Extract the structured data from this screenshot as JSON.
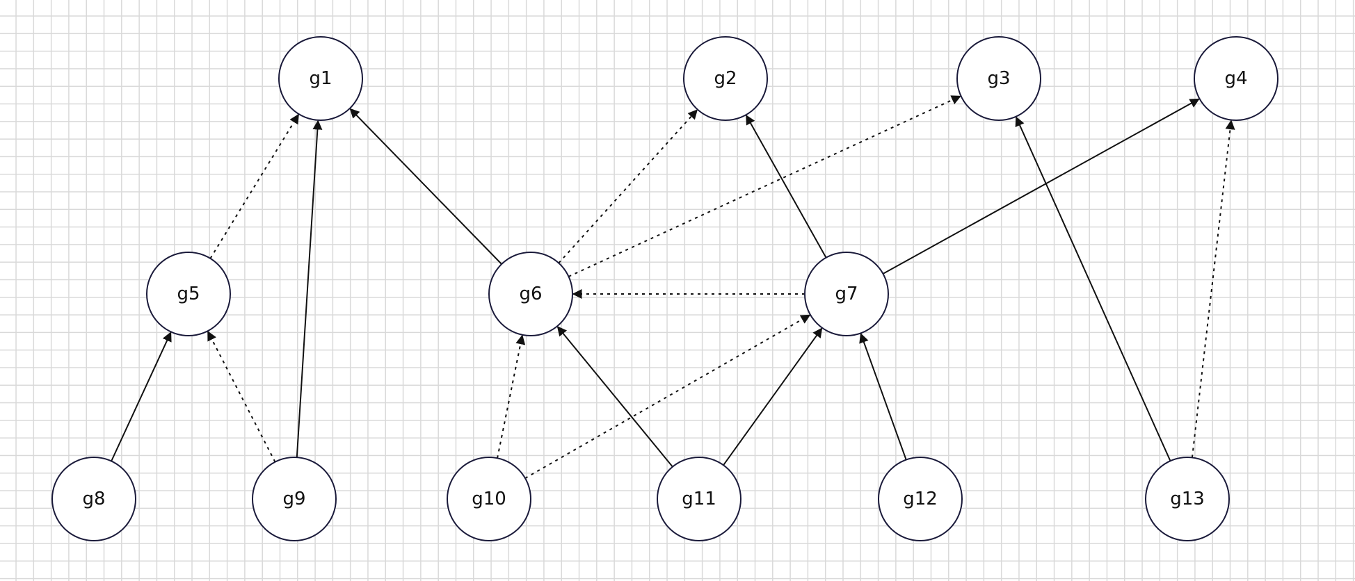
{
  "diagram": {
    "nodes": [
      {
        "id": "g1",
        "label": "g1"
      },
      {
        "id": "g2",
        "label": "g2"
      },
      {
        "id": "g3",
        "label": "g3"
      },
      {
        "id": "g4",
        "label": "g4"
      },
      {
        "id": "g5",
        "label": "g5"
      },
      {
        "id": "g6",
        "label": "g6"
      },
      {
        "id": "g7",
        "label": "g7"
      },
      {
        "id": "g8",
        "label": "g8"
      },
      {
        "id": "g9",
        "label": "g9"
      },
      {
        "id": "g10",
        "label": "g10"
      },
      {
        "id": "g11",
        "label": "g11"
      },
      {
        "id": "g12",
        "label": "g12"
      },
      {
        "id": "g13",
        "label": "g13"
      }
    ],
    "edges": [
      {
        "from": "g5",
        "to": "g1",
        "style": "dotted"
      },
      {
        "from": "g9",
        "to": "g1",
        "style": "solid"
      },
      {
        "from": "g6",
        "to": "g1",
        "style": "solid"
      },
      {
        "from": "g6",
        "to": "g2",
        "style": "dotted"
      },
      {
        "from": "g6",
        "to": "g3",
        "style": "dotted"
      },
      {
        "from": "g7",
        "to": "g2",
        "style": "solid"
      },
      {
        "from": "g7",
        "to": "g4",
        "style": "solid"
      },
      {
        "from": "g7",
        "to": "g6",
        "style": "dotted"
      },
      {
        "from": "g8",
        "to": "g5",
        "style": "solid"
      },
      {
        "from": "g9",
        "to": "g5",
        "style": "dotted"
      },
      {
        "from": "g10",
        "to": "g6",
        "style": "dotted"
      },
      {
        "from": "g10",
        "to": "g7",
        "style": "dotted"
      },
      {
        "from": "g11",
        "to": "g6",
        "style": "solid"
      },
      {
        "from": "g11",
        "to": "g7",
        "style": "solid"
      },
      {
        "from": "g12",
        "to": "g7",
        "style": "solid"
      },
      {
        "from": "g13",
        "to": "g3",
        "style": "solid"
      },
      {
        "from": "g13",
        "to": "g4",
        "style": "dotted"
      }
    ]
  }
}
